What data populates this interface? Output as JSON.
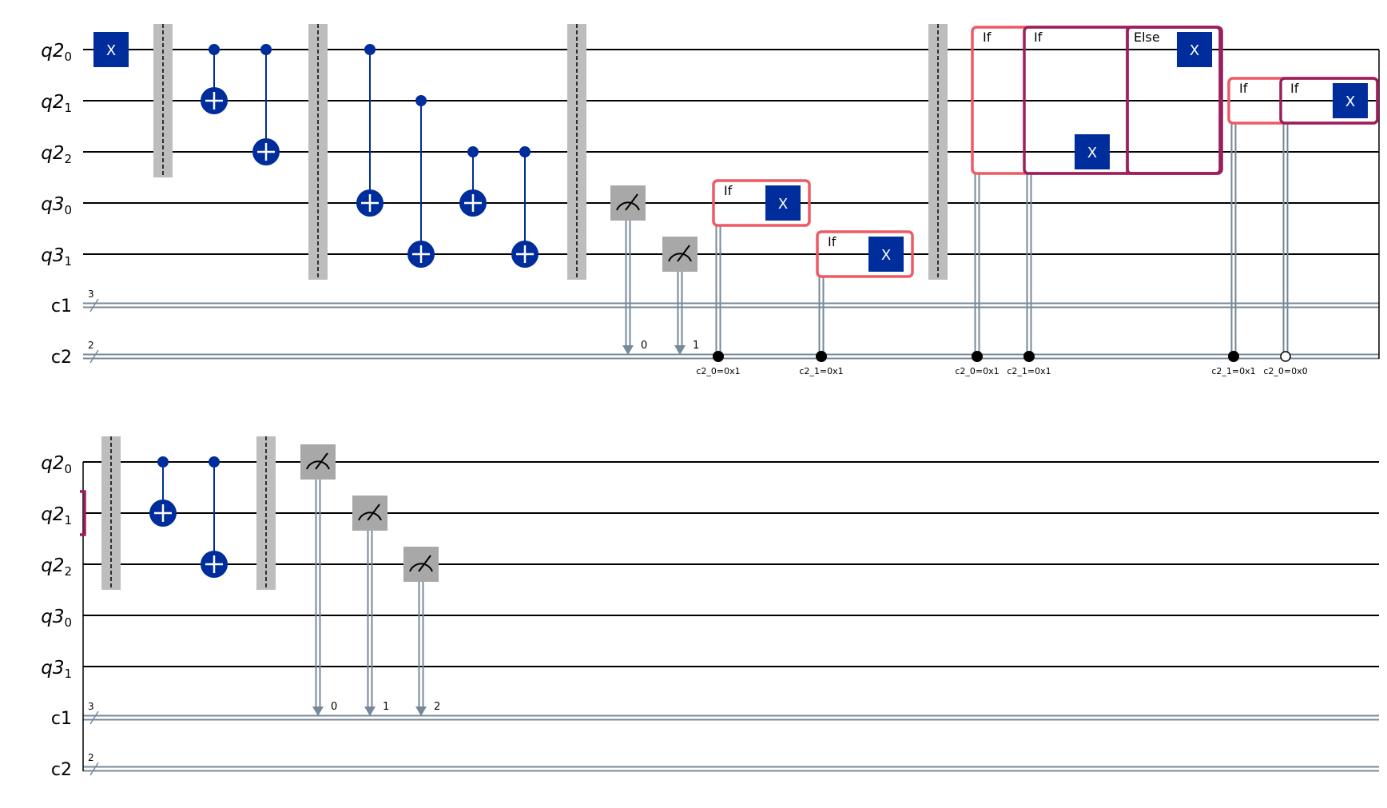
{
  "qubits": [
    {
      "reg": "q2",
      "idx": "0"
    },
    {
      "reg": "q2",
      "idx": "1"
    },
    {
      "reg": "q2",
      "idx": "2"
    },
    {
      "reg": "q3",
      "idx": "0"
    },
    {
      "reg": "q3",
      "idx": "1"
    }
  ],
  "clbits": [
    {
      "name": "c1",
      "size": "3"
    },
    {
      "name": "c2",
      "size": "2"
    }
  ],
  "gate_label": "X",
  "if_label": "If",
  "else_label": "Else",
  "measure_indices": [
    "0",
    "1",
    "2"
  ],
  "conditions": {
    "c2_0_eq_1": "c2_0=0x1",
    "c2_1_eq_1": "c2_1=0x1",
    "c2_0_eq_0": "c2_0=0x0"
  },
  "colors": {
    "wire": "#000000",
    "classical_wire": "#778899",
    "gate_fill": "#002d9c",
    "gate_text": "#ffffff",
    "cnot": "#002d9c",
    "measure_fill": "#a8a8a8",
    "barrier": "#bdbdbd",
    "if_outer": "#ee5a64",
    "if_inner": "#9b1f5c"
  }
}
